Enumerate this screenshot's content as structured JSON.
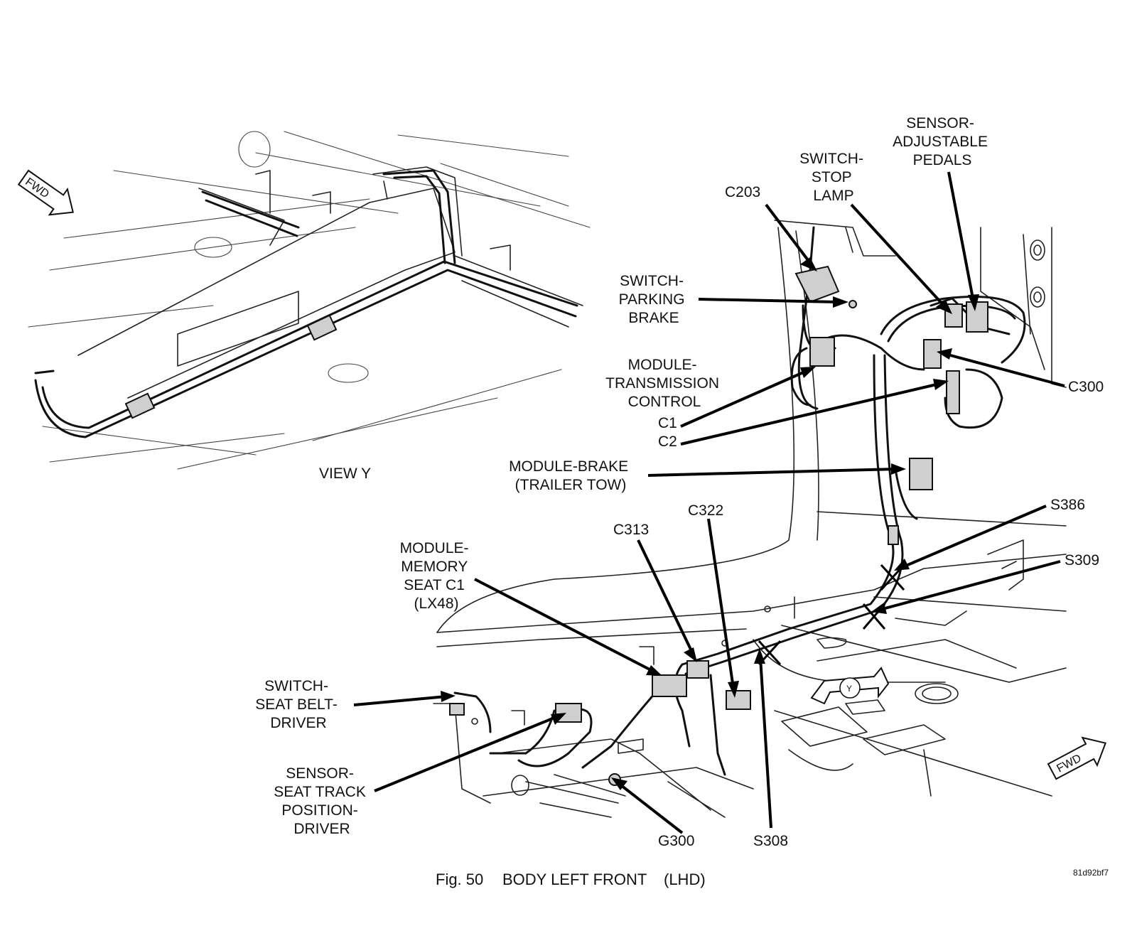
{
  "inset_view_label": "VIEW Y",
  "fwd_label": "FWD",
  "view_marker": "Y",
  "callouts": {
    "c203": "C203",
    "switch_stop_lamp": [
      "SWITCH-",
      "STOP",
      "LAMP"
    ],
    "sensor_adjustable_pedals": [
      "SENSOR-",
      "ADJUSTABLE",
      "PEDALS"
    ],
    "switch_parking_brake": [
      "SWITCH-",
      "PARKING",
      "BRAKE"
    ],
    "module_transmission_control": [
      "MODULE-",
      "TRANSMISSION",
      "CONTROL"
    ],
    "c1": "C1",
    "c2": "C2",
    "c300": "C300",
    "module_brake": [
      "MODULE-BRAKE",
      "(TRAILER TOW)"
    ],
    "s386": "S386",
    "s309": "S309",
    "c322": "C322",
    "c313": "C313",
    "module_memory_seat": [
      "MODULE-",
      "MEMORY",
      "SEAT C1",
      "(LX48)"
    ],
    "switch_seat_belt": [
      "SWITCH-",
      "SEAT BELT-",
      "DRIVER"
    ],
    "sensor_seat_track": [
      "SENSOR-",
      "SEAT TRACK",
      "POSITION-",
      "DRIVER"
    ],
    "g300": "G300",
    "s308": "S308"
  },
  "figure_code": "81d92bf7",
  "caption": {
    "fig": "Fig. 50",
    "title": "BODY LEFT FRONT",
    "variant": "(LHD)"
  }
}
